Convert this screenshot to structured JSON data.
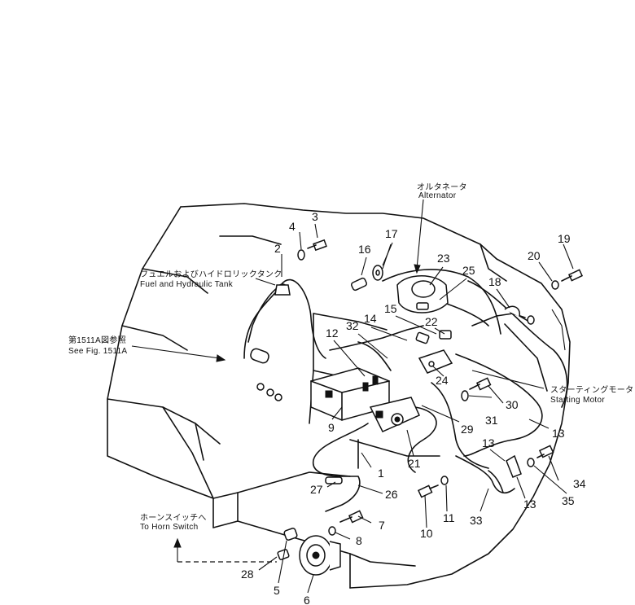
{
  "diagram": {
    "callouts": {
      "c1": "1",
      "c2": "2",
      "c3": "3",
      "c4": "4",
      "c5": "5",
      "c6": "6",
      "c7": "7",
      "c8": "8",
      "c9": "9",
      "c10": "10",
      "c11": "11",
      "c12": "12",
      "c13a": "13",
      "c13b": "13",
      "c13c": "13",
      "c14": "14",
      "c15": "15",
      "c16": "16",
      "c17": "17",
      "c18": "18",
      "c19": "19",
      "c20": "20",
      "c21": "21",
      "c22": "22",
      "c23": "23",
      "c24": "24",
      "c25": "25",
      "c26": "26",
      "c27": "27",
      "c28": "28",
      "c29": "29",
      "c30": "30",
      "c31": "31",
      "c32": "32",
      "c33": "33",
      "c34": "34",
      "c35": "35"
    },
    "labels": {
      "alternator_jp": "オルタネータ",
      "alternator_en": "Alternator",
      "fuel_tank_jp": "フュエルおよびハイドロリックタンク",
      "fuel_tank_en": "Fuel and Hydraulic Tank",
      "see_fig_jp": "第1511A図参照",
      "see_fig_en": "See Fig. 1511A",
      "starting_motor_jp": "スターティングモータ",
      "starting_motor_en": "Starting Motor",
      "horn_switch_jp": "ホーンスイッチへ",
      "horn_switch_en": "To Horn Switch"
    }
  }
}
